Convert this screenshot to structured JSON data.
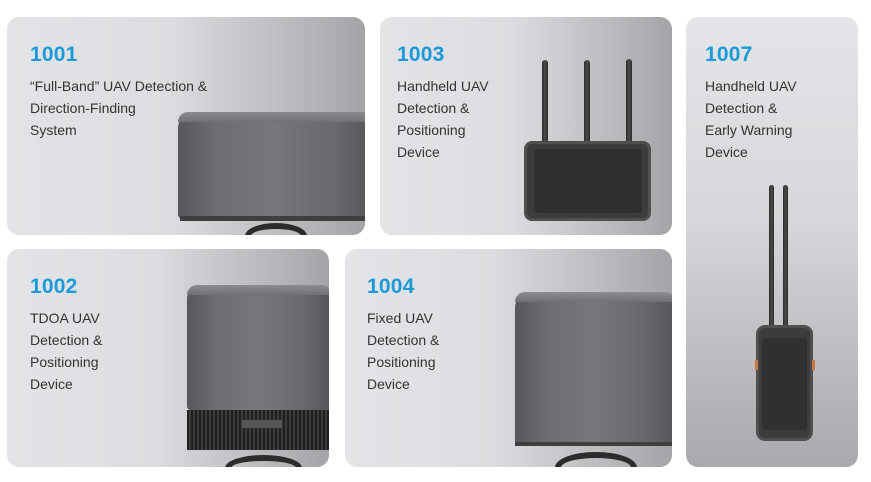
{
  "products": [
    {
      "code": "1001",
      "description": "“Full-Band” UAV Detection &\nDirection-Finding\nSystem",
      "image": "dome-detector-device"
    },
    {
      "code": "1003",
      "description": "Handheld UAV\nDetection &\nPositioning\nDevice",
      "image": "tablet-three-antenna-device"
    },
    {
      "code": "1007",
      "description": "Handheld UAV\nDetection &\nEarly Warning\nDevice",
      "image": "handheld-two-antenna-device"
    },
    {
      "code": "1002",
      "description": "TDOA UAV\nDetection &\nPositioning\nDevice",
      "image": "tdoa-cylinder-device"
    },
    {
      "code": "1004",
      "description": "Fixed UAV\nDetection &\nPositioning\nDevice",
      "image": "fixed-cylinder-device"
    }
  ],
  "colors": {
    "code_blue": "#1b9ad8",
    "text": "#333333",
    "card_light": "#e3e4e7",
    "card_dark": "#a3a4a7"
  }
}
